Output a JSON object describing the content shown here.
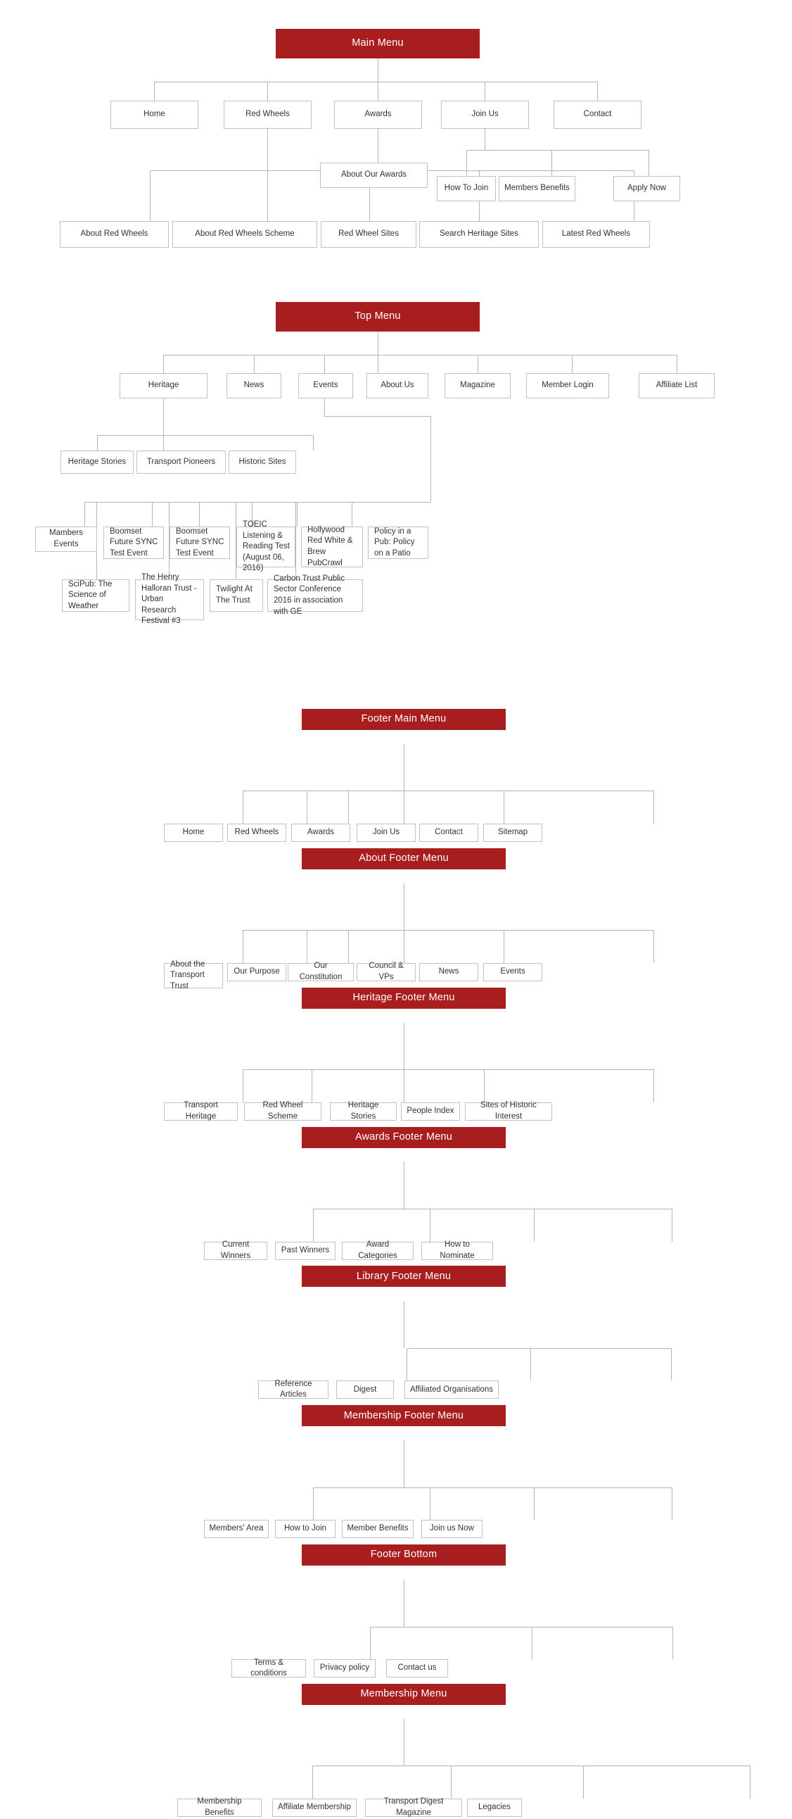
{
  "meta": {
    "title": "Website Sitemap Diagram",
    "accent_color": "#a81d1d",
    "box_border_color": "#c9bfbf",
    "connector_color": "#b9b3b3",
    "text_color": "#333333"
  },
  "sections": [
    {
      "id": "main-menu",
      "root": "Main Menu",
      "level1": [
        "Home",
        "Red Wheels",
        "Awards",
        "Join Us",
        "Contact"
      ],
      "awards_children": [
        "About Our Awards"
      ],
      "join_us_children": [
        "How To Join",
        "Members Benefits",
        "Apply Now"
      ],
      "red_wheels_children": [
        "About Red Wheels",
        "About Red Wheels Scheme",
        "Red Wheel Sites",
        "Search Heritage Sites",
        "Latest Red Wheels"
      ]
    },
    {
      "id": "top-menu",
      "root": "Top Menu",
      "level1": [
        "Heritage",
        "News",
        "Events",
        "About Us",
        "Magazine",
        "Member Login",
        "Affiliate List"
      ],
      "heritage_children": [
        "Heritage Stories",
        "Transport Pioneers",
        "Historic Sites"
      ],
      "events_children_row1": [
        "Mambers Events",
        "Boomset Future SYNC Test Event",
        "Boomset Future SYNC Test Event",
        "TOEIC Listening & Reading Test (August 06, 2016)",
        "Hollywood Red White & Brew PubCrawl",
        "Policy in a Pub: Policy on a Patio"
      ],
      "events_children_row2": [
        "SciPub: The Science of Weather",
        "The Henry Halloran Trust - Urban Research Festival #3",
        "Twilight At The Trust",
        "Carbon Trust Public Sector Conference 2016 in association with GE"
      ]
    },
    {
      "id": "footer-main-menu",
      "root": "Footer Main Menu",
      "level1": [
        "Home",
        "Red Wheels",
        "Awards",
        "Join Us",
        "Contact",
        "Sitemap"
      ]
    },
    {
      "id": "about-footer-menu",
      "root": "About Footer Menu",
      "level1": [
        "About the Transport Trust",
        "Our Purpose",
        "Our Constitution",
        "Council & VPs",
        "News",
        "Events"
      ]
    },
    {
      "id": "heritage-footer-menu",
      "root": "Heritage Footer Menu",
      "level1": [
        "Transport Heritage",
        "Red Wheel Scheme",
        "Heritage Stories",
        "People Index",
        "Sites of Historic Interest"
      ]
    },
    {
      "id": "awards-footer-menu",
      "root": "Awards Footer Menu",
      "level1": [
        "Current Winners",
        "Past Winners",
        "Award Categories",
        "How to Nominate"
      ]
    },
    {
      "id": "library-footer-menu",
      "root": "Library Footer Menu",
      "level1": [
        "Reference Articles",
        "Digest",
        "Affiliated Organisations"
      ]
    },
    {
      "id": "membership-footer-menu",
      "root": "Membership Footer Menu",
      "level1": [
        "Members' Area",
        "How to Join",
        "Member Benefits",
        "Join us Now"
      ]
    },
    {
      "id": "footer-bottom",
      "root": "Footer Bottom",
      "level1": [
        "Terms & conditions",
        "Privacy policy",
        "Contact us"
      ]
    },
    {
      "id": "membership-menu",
      "root": "Membership Menu",
      "level1": [
        "Membership Benefits",
        "Affiliate Membership",
        "Transport Digest Magazine",
        "Legacies"
      ]
    }
  ]
}
